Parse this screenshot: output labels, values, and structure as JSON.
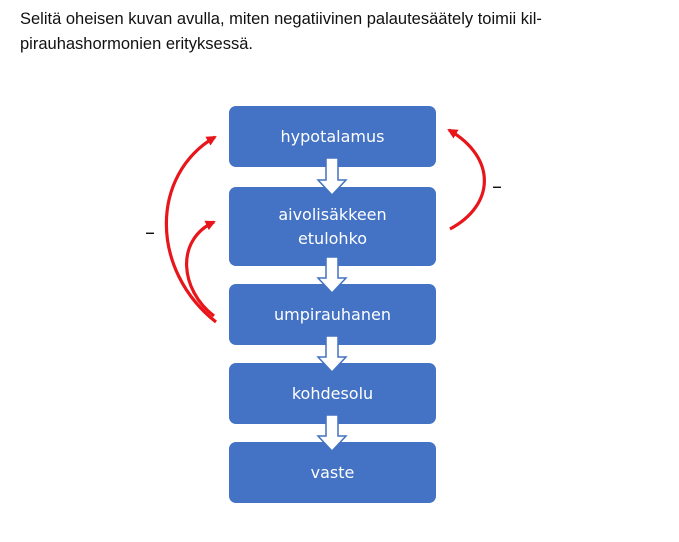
{
  "question": {
    "line1": "Selitä oheisen kuvan avulla, miten negatiivinen palautesäätely toimii kil-",
    "line2": "pirauhashormonien erityksessä."
  },
  "diagram": {
    "boxes": {
      "hypotalamus": "hypotalamus",
      "aivolisakkeen_line1": "aivolisäkkeen",
      "aivolisakkeen_line2": "etulohko",
      "umpirauhanen": "umpirauhanen",
      "kohdesolu": "kohdesolu",
      "vaste": "vaste"
    },
    "feedback_signs": {
      "left": "–",
      "right": "–"
    },
    "colors": {
      "box_fill": "#4472c4",
      "feedback_arrow": "#e8161b",
      "flow_arrow_fill": "#ffffff",
      "flow_arrow_stroke": "#4472c4"
    }
  }
}
